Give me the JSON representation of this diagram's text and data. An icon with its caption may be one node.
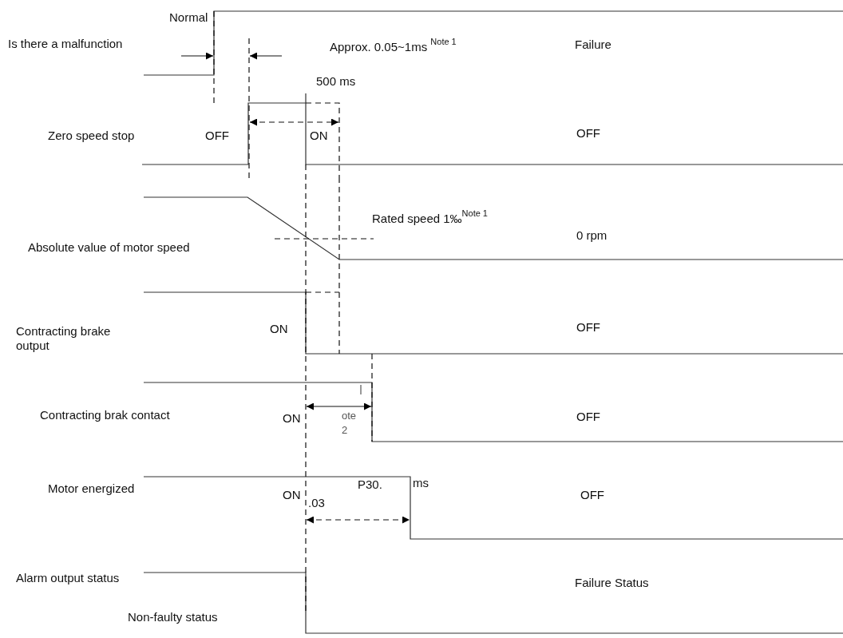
{
  "diagram": {
    "labels": [
      "Normal",
      "Is there a malfunction",
      "Approx. 0.05~1ms $^{Note 1}$",
      "Failure",
      "500 ms",
      "Zero speed stop",
      "OFF",
      "ON",
      "OFF",
      "Rated speed 1‰$^{Note 1}$",
      "0 rpm",
      "Absolute value of motor speed",
      "Contracting brake output",
      "ON",
      "OFF",
      "Contracting brak contact",
      "ON",
      "ote 2",
      "OFF",
      "Motor energized",
      "ON",
      "P30.",
      "ms",
      ".03",
      "OFF",
      "Alarm output status",
      "Failure Status",
      "Non-faulty status"
    ]
  }
}
